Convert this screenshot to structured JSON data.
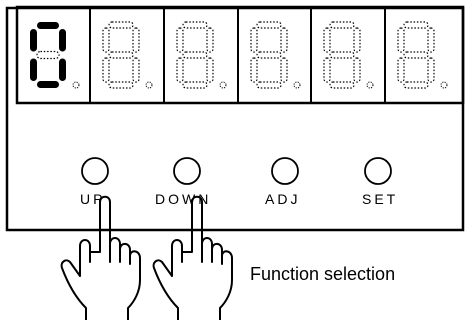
{
  "display": {
    "digits": [
      {
        "value": "0",
        "state": "lit",
        "dot": false
      },
      {
        "value": "8",
        "state": "unlit",
        "dot": false
      },
      {
        "value": "8",
        "state": "unlit",
        "dot": false
      },
      {
        "value": "8",
        "state": "unlit",
        "dot": false
      },
      {
        "value": "8",
        "state": "unlit",
        "dot": false
      },
      {
        "value": "8",
        "state": "unlit",
        "dot": false
      }
    ]
  },
  "buttons": [
    {
      "id": "up",
      "label": "UP"
    },
    {
      "id": "down",
      "label": "DOWN"
    },
    {
      "id": "adj",
      "label": "ADJ"
    },
    {
      "id": "set",
      "label": "SET"
    }
  ],
  "pressed_buttons": [
    "up",
    "down"
  ],
  "caption": "Function selection",
  "colors": {
    "outline": "#000000",
    "lit_segment": "#000000",
    "unlit_segment": "#000000",
    "background": "#ffffff"
  }
}
